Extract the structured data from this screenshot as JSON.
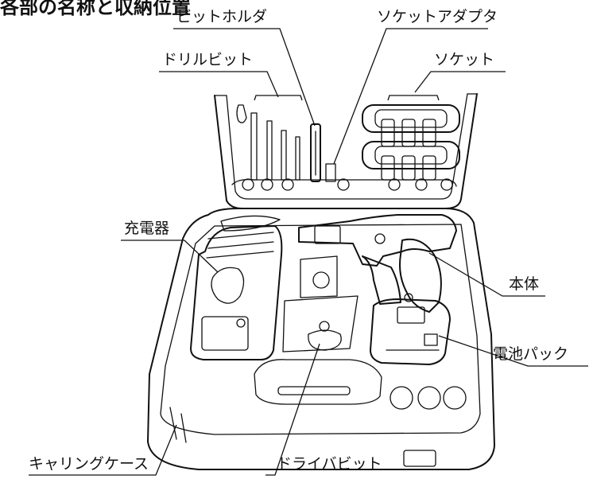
{
  "header": {
    "title": "各部の名称と収納位置"
  },
  "labels": {
    "bit_holder": "ビットホルダ",
    "socket_adapter": "ソケットアダプタ",
    "drill_bit": "ドリルビット",
    "socket": "ソケット",
    "charger": "充電器",
    "body": "本体",
    "battery_pack": "電池パック",
    "carrying_case": "キャリングケース",
    "driver_bit": "ドライバビット"
  }
}
